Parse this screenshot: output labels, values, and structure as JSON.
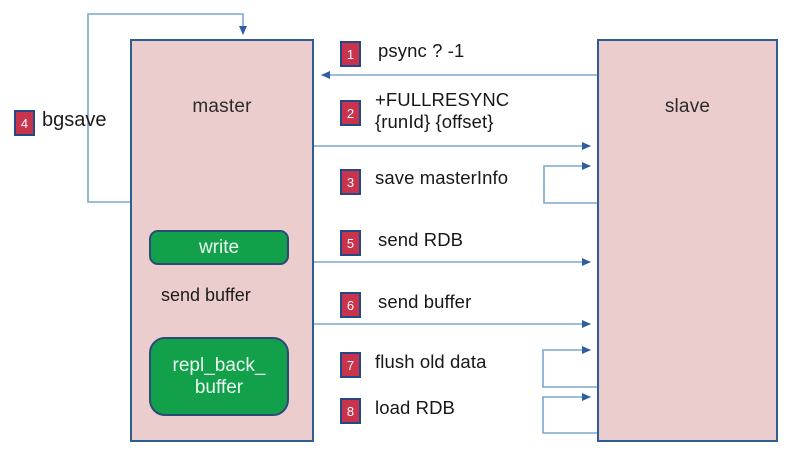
{
  "diagram": {
    "title_nodes": {
      "master": "master",
      "slave": "slave"
    },
    "master_internals": {
      "write_box": "write",
      "send_buffer_label": "send buffer",
      "repl_backlog_box": "repl_back_\nbuffer"
    },
    "side_label": {
      "number": "4",
      "text": "bgsave"
    },
    "steps": [
      {
        "number": "1",
        "text": "psync ? -1",
        "direction": "slave-to-master"
      },
      {
        "number": "2",
        "text": "+FULLRESYNC\n{runId} {offset}",
        "direction": "master-to-slave"
      },
      {
        "number": "3",
        "text": "save masterInfo",
        "direction": "slave-self-loop"
      },
      {
        "number": "5",
        "text": "send RDB",
        "direction": "master-to-slave"
      },
      {
        "number": "6",
        "text": "send buffer",
        "direction": "master-to-slave"
      },
      {
        "number": "7",
        "text": "flush old data",
        "direction": "slave-self-loop"
      },
      {
        "number": "8",
        "text": "load RDB",
        "direction": "slave-self-loop"
      }
    ],
    "colors": {
      "node_fill": "#eccdcd",
      "node_border": "#2e5d94",
      "green_fill": "#13a04b",
      "green_border": "#2b4a7a",
      "badge_fill": "#c9334c",
      "badge_border": "#22488a",
      "arrow_line": "#7ba7d0",
      "arrow_head": "#2e5fa3",
      "background": "#ffffff"
    }
  }
}
